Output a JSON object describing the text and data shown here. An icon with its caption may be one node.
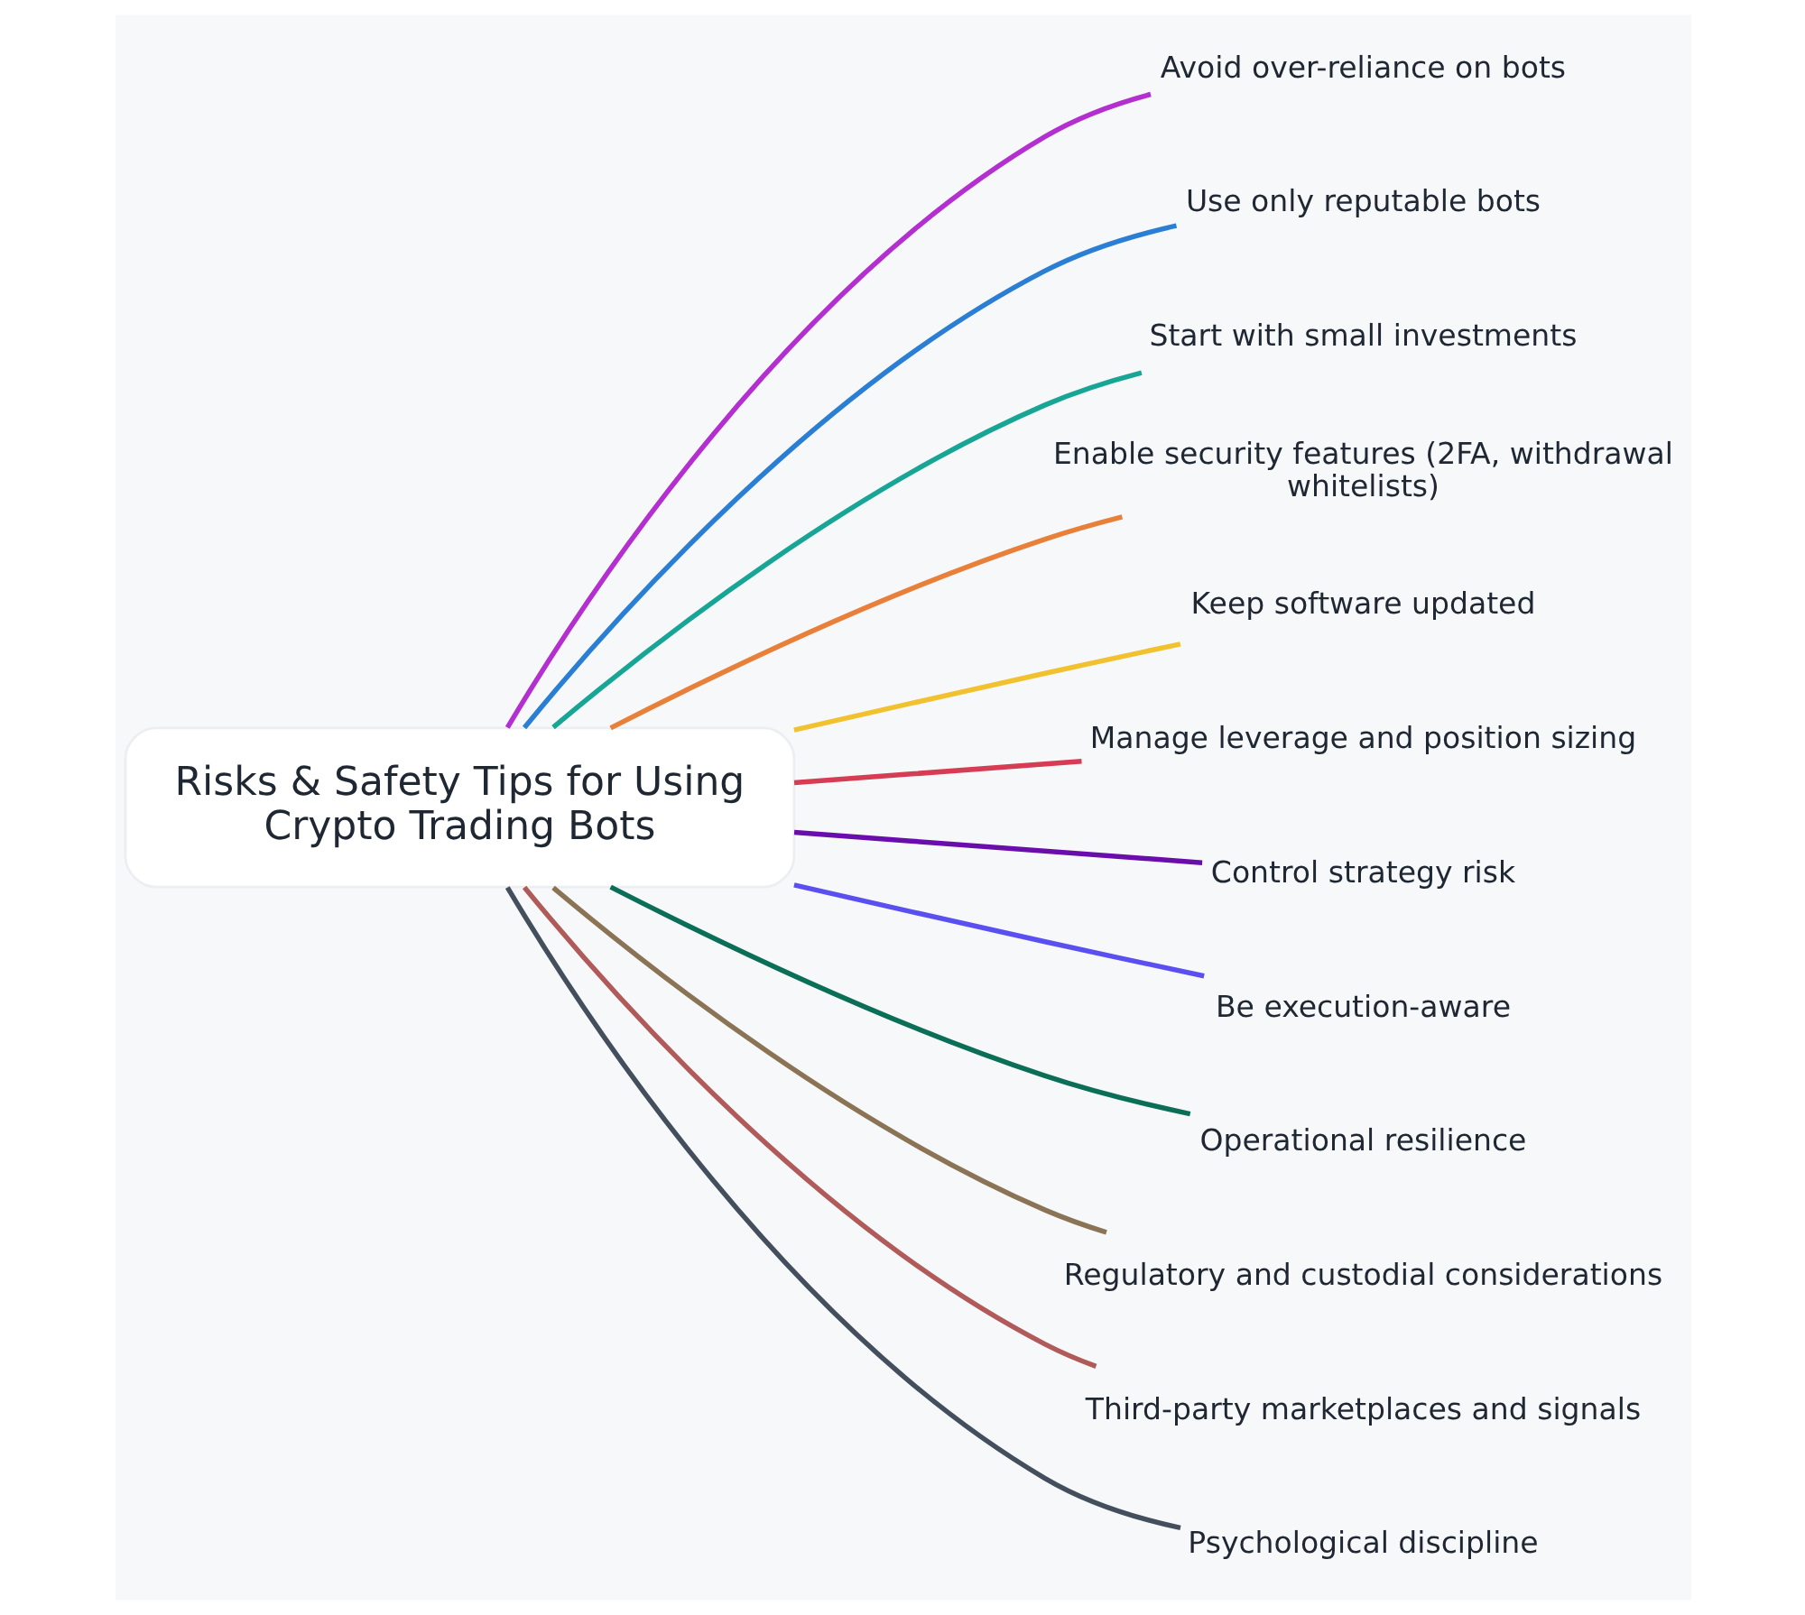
{
  "diagram": {
    "nodes": [
      {
        "text": [
          "Risks & Safety Tips for Using Crypto Trading Bots"
        ]
      },
      {
        "text": [
          "Avoid over-reliance on bots"
        ]
      },
      {
        "text": [
          "Use only reputable bots"
        ]
      },
      {
        "text": [
          "Start with small investments"
        ]
      },
      {
        "text": [
          "Enable security features (2FA, withdrawal whitelists)"
        ]
      },
      {
        "text": [
          "Keep software updated"
        ]
      },
      {
        "text": [
          "Manage leverage and position sizing"
        ]
      },
      {
        "text": [
          "Control strategy risk"
        ]
      },
      {
        "text": [
          "Be execution-aware"
        ]
      },
      {
        "text": [
          "Operational resilience"
        ]
      },
      {
        "text": [
          "Regulatory and custodial considerations"
        ]
      },
      {
        "text": [
          "Third-party marketplaces and signals"
        ]
      },
      {
        "text": [
          "Psychological discipline"
        ]
      }
    ],
    "edges": [
      {
        "from": 0,
        "to": 1,
        "arrow": "none",
        "color": "#b42fd0"
      },
      {
        "from": 0,
        "to": 2,
        "arrow": "none",
        "color": "#2a7fd4"
      },
      {
        "from": 0,
        "to": 3,
        "arrow": "none",
        "color": "#17a596"
      },
      {
        "from": 0,
        "to": 4,
        "arrow": "none",
        "color": "#e8803a"
      },
      {
        "from": 0,
        "to": 5,
        "arrow": "none",
        "color": "#f2c12e"
      },
      {
        "from": 0,
        "to": 6,
        "arrow": "none",
        "color": "#d63c54"
      },
      {
        "from": 0,
        "to": 7,
        "arrow": "none",
        "color": "#6a0dad"
      },
      {
        "from": 0,
        "to": 8,
        "arrow": "none",
        "color": "#5a4ff0"
      },
      {
        "from": 0,
        "to": 9,
        "arrow": "none",
        "color": "#0b6e57"
      },
      {
        "from": 0,
        "to": 10,
        "arrow": "none",
        "color": "#8a7455"
      },
      {
        "from": 0,
        "to": 11,
        "arrow": "none",
        "color": "#b05a5a"
      },
      {
        "from": 0,
        "to": 12,
        "arrow": "none",
        "color": "#444f5e"
      }
    ]
  }
}
